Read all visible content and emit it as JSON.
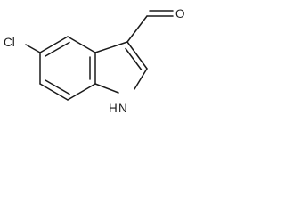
{
  "labels": {
    "chlorine": "Cl",
    "oxygen": "O",
    "nitrogen_h": "H",
    "nitrogen_n": "N"
  },
  "colors": {
    "ink": "#1a1a1a",
    "background": "#ffffff"
  }
}
